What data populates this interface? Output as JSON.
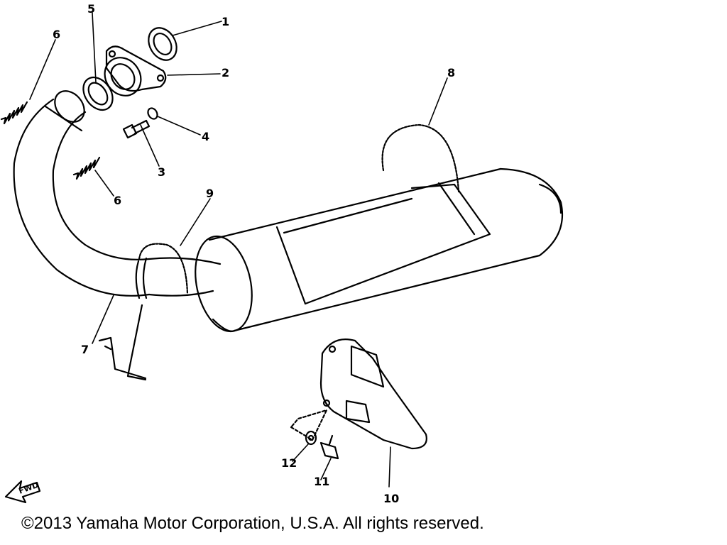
{
  "diagram": {
    "callouts": {
      "c1": "1",
      "c2": "2",
      "c3": "3",
      "c4": "4",
      "c5": "5",
      "c6a": "6",
      "c6b": "6",
      "c7": "7",
      "c8": "8",
      "c9": "9",
      "c10": "10",
      "c11": "11",
      "c12": "12"
    },
    "fwd_label": "FWD"
  },
  "footer": {
    "copyright": "©2013 Yamaha Motor Corporation, U.S.A. All rights reserved."
  }
}
